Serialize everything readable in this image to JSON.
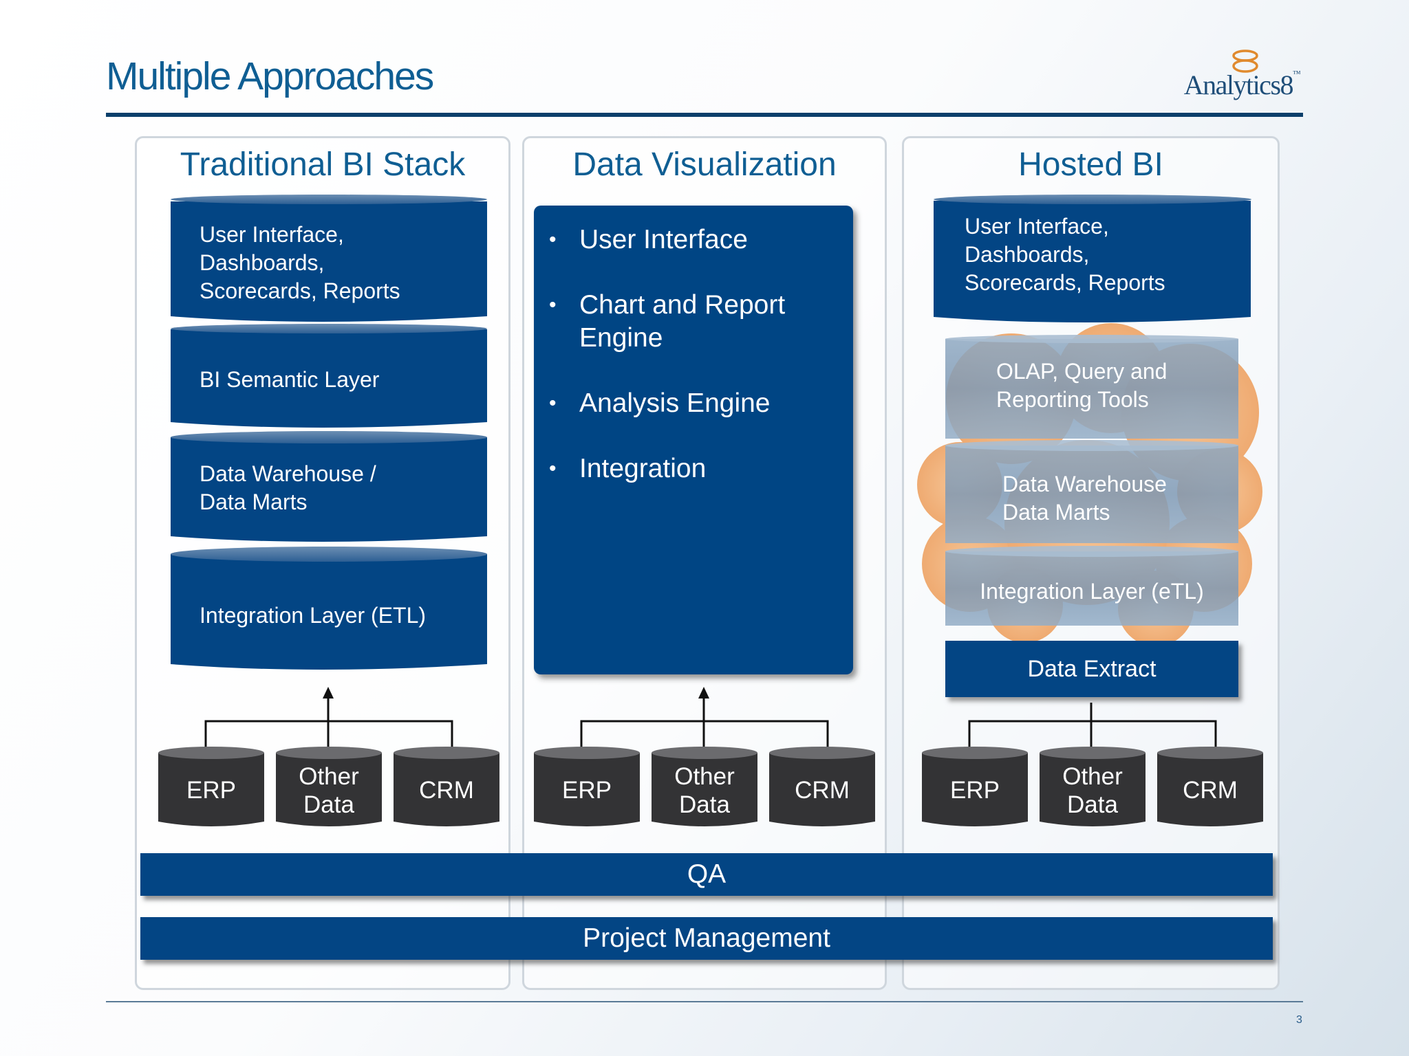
{
  "slide": {
    "title": "Multiple Approaches",
    "page_number": "3",
    "logo_text": "Analytics8",
    "logo_trademark": "™"
  },
  "panels": [
    {
      "title": "Traditional BI Stack",
      "layers": [
        "User Interface, Dashboards, Scorecards, Reports",
        "BI Semantic Layer",
        "Data Warehouse / Data Marts",
        "Integration Layer (ETL)"
      ],
      "sources": [
        "ERP",
        "Other Data",
        "CRM"
      ]
    },
    {
      "title": "Data Visualization",
      "bullets": [
        "User Interface",
        "Chart and Report Engine",
        "Analysis Engine",
        "Integration"
      ],
      "sources": [
        "ERP",
        "Other Data",
        "CRM"
      ]
    },
    {
      "title": "Hosted BI",
      "layers": [
        "User Interface, Dashboards, Scorecards, Reports",
        "OLAP, Query and Reporting Tools",
        "Data Warehouse Data Marts",
        "Integration Layer (eTL)"
      ],
      "extract": "Data Extract",
      "sources": [
        "ERP",
        "Other Data",
        "CRM"
      ]
    }
  ],
  "bars": {
    "qa": "QA",
    "project_management": "Project Management"
  },
  "colors": {
    "title_blue": "#0f5e93",
    "box_blue": "#034584",
    "database_dark": "#333335",
    "cloud_orange": "#f2b783",
    "rule_navy": "#0c3f6b"
  },
  "icons": [
    "cloud-icon",
    "database-icon",
    "arrow-up-icon",
    "logo-mark-icon"
  ]
}
